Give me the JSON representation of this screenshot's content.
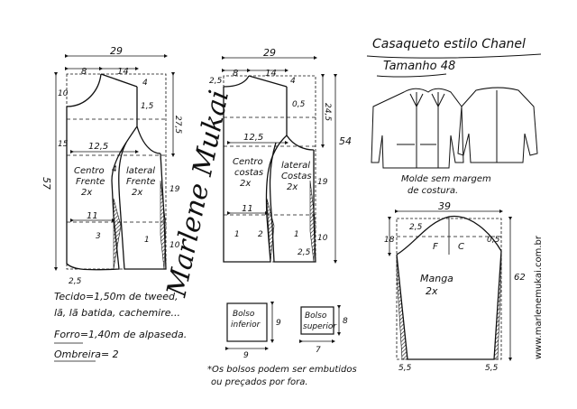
{
  "title": {
    "line1": "Casaqueto estilo Chanel",
    "line2": "Tamanho 48"
  },
  "front": {
    "width_total": "29",
    "width_neck": "8",
    "width_shoulder": "14",
    "neck_depth": "10",
    "shoulder_drop": "4",
    "mid_mark": "1,5",
    "armhole_depth": "27,5",
    "chest_depth": "15",
    "chest_width": "12,5",
    "length": "57",
    "hem_offset": "19",
    "lower_height": "10",
    "waist_width": "11",
    "bottom_curve": "2,5",
    "dart_a": "4",
    "dart_b": "3",
    "dart_c": "1",
    "piece1_label": "Centro",
    "piece1_sub": "Frente",
    "piece1_qty": "2x",
    "piece2_label": "lateral",
    "piece2_sub": "Frente",
    "piece2_qty": "2x"
  },
  "back": {
    "width_total": "29",
    "width_neck": "8",
    "width_shoulder": "14",
    "neck_depth": "2,5",
    "shoulder_drop": "4",
    "mid_mark": "0,5",
    "armhole_depth": "24,5",
    "chest_width": "12,5",
    "length": "54",
    "hem_offset": "19",
    "lower_height": "10",
    "waist_width": "11",
    "dart_a": "1",
    "dart_b": "2",
    "dart_c": "1",
    "bottom_mark": "2,5",
    "piece1_label": "Centro",
    "piece1_sub": "costas",
    "piece1_qty": "2x",
    "piece2_label": "lateral",
    "piece2_sub": "Costas",
    "piece2_qty": "2x"
  },
  "sleeve": {
    "width_top": "39",
    "cap_left": "2,5",
    "cap_right": "0,5",
    "left_height": "18",
    "length": "62",
    "label": "Manga",
    "qty": "2x",
    "front_mark": "F",
    "back_mark": "C",
    "bottom_left": "5,5",
    "bottom_right": "5,5"
  },
  "pockets": {
    "lower_label1": "Bolso",
    "lower_label2": "inferior",
    "lower_width": "9",
    "lower_height": "9",
    "upper_label1": "Bolso",
    "upper_label2": "superior",
    "upper_width": "7",
    "upper_height": "8"
  },
  "notes": {
    "materials": [
      "Tecido=1,50m de tweed,",
      "lã, lã batida, cachemire...",
      "Forro=1,40m de alpaseda.",
      "Ombreira= 2"
    ],
    "pockets_note": [
      "*Os bolsos podem ser embutidos",
      "ou preçados por fora."
    ],
    "seam_note": [
      "Molde sem margem",
      "de costura."
    ]
  },
  "watermark": {
    "signature": "Marlene Mukai",
    "site": "www.marlenemukai.com.br"
  },
  "colors": {
    "ink": "#111111",
    "paper": "#ffffff"
  }
}
